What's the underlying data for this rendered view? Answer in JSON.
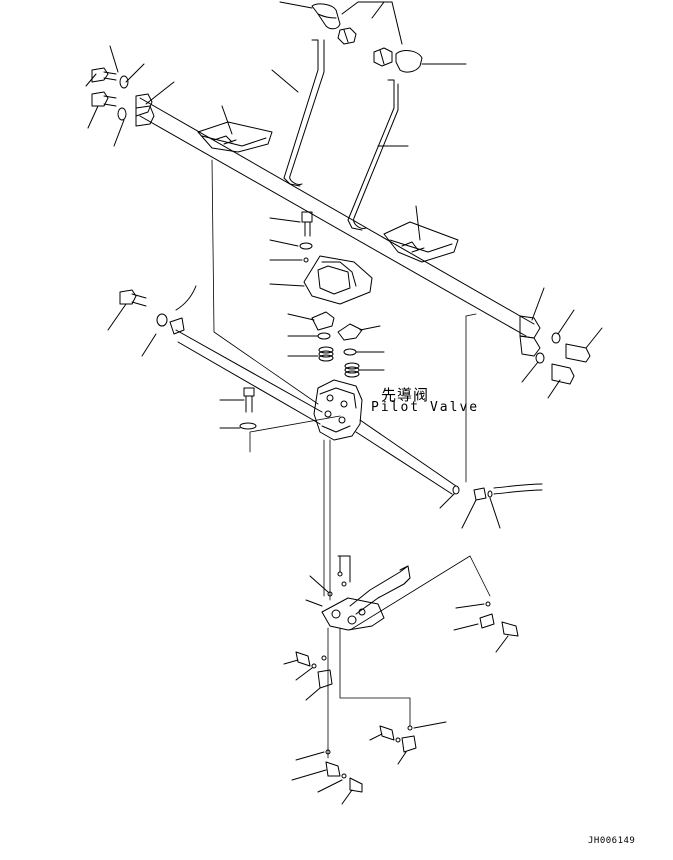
{
  "diagram": {
    "label_japanese": "先導阀",
    "label_english": "Pilot Valve",
    "drawing_code": "JH006149",
    "line_color": "#000000",
    "background": "#ffffff"
  }
}
